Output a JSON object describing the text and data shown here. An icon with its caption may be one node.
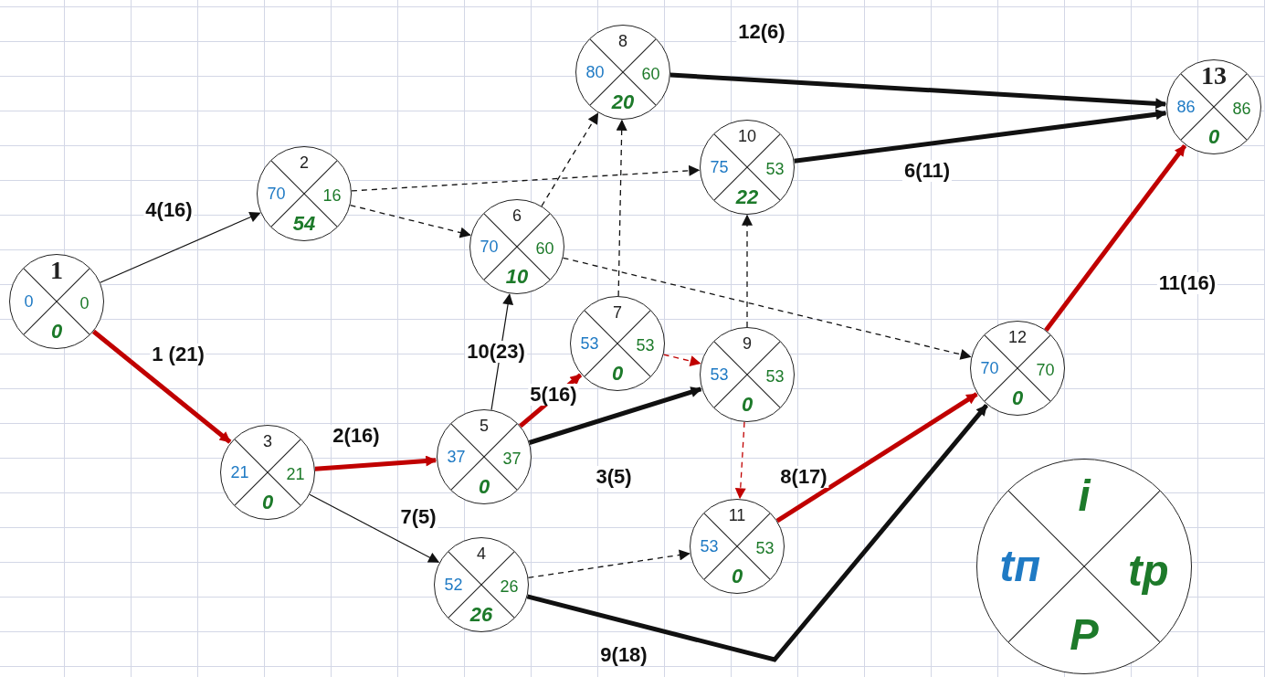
{
  "diagram": {
    "nodes": [
      {
        "text": [
          "1",
          "0",
          "0",
          "0"
        ]
      },
      {
        "text": [
          "2",
          "70",
          "16",
          "54"
        ]
      },
      {
        "text": [
          "3",
          "21",
          "21",
          "0"
        ]
      },
      {
        "text": [
          "4",
          "52",
          "26",
          "26"
        ]
      },
      {
        "text": [
          "5",
          "37",
          "37",
          "0"
        ]
      },
      {
        "text": [
          "6",
          "70",
          "60",
          "10"
        ]
      },
      {
        "text": [
          "7",
          "53",
          "53",
          "0"
        ]
      },
      {
        "text": [
          "8",
          "80",
          "60",
          "20"
        ]
      },
      {
        "text": [
          "9",
          "53",
          "53",
          "0"
        ]
      },
      {
        "text": [
          "10",
          "75",
          "53",
          "22"
        ]
      },
      {
        "text": [
          "11",
          "53",
          "53",
          "0"
        ]
      },
      {
        "text": [
          "12",
          "70",
          "70",
          "0"
        ]
      },
      {
        "text": [
          "13",
          "86",
          "86",
          "0"
        ]
      },
      {
        "text": [
          "i",
          "tп",
          "tр",
          "Р"
        ]
      }
    ],
    "edges": [
      {
        "from": 0,
        "to": 1,
        "arrow": "to",
        "label": "4(16)"
      },
      {
        "from": 0,
        "to": 2,
        "arrow": "to",
        "label": "1 (21)",
        "style": "thick",
        "color": "#c00000"
      },
      {
        "from": 1,
        "to": 9,
        "arrow": "to",
        "style": "dashed"
      },
      {
        "from": 1,
        "to": 5,
        "arrow": "to",
        "style": "dashed"
      },
      {
        "from": 2,
        "to": 4,
        "arrow": "to",
        "label": "2(16)",
        "style": "thick",
        "color": "#c00000"
      },
      {
        "from": 2,
        "to": 3,
        "arrow": "to",
        "label": "7(5)"
      },
      {
        "from": 4,
        "to": 5,
        "arrow": "to",
        "label": "10(23)"
      },
      {
        "from": 4,
        "to": 6,
        "arrow": "to",
        "label": "5(16)",
        "style": "thick",
        "color": "#c00000"
      },
      {
        "from": 4,
        "to": 8,
        "arrow": "to",
        "label": "3(5)",
        "style": "thick"
      },
      {
        "from": 5,
        "to": 7,
        "arrow": "to",
        "style": "dashed"
      },
      {
        "from": 5,
        "to": 11,
        "arrow": "to",
        "style": "dashed"
      },
      {
        "from": 6,
        "to": 7,
        "arrow": "to",
        "style": "dashed"
      },
      {
        "from": 6,
        "to": 8,
        "arrow": "to",
        "style": "dashed",
        "color": "#c00000"
      },
      {
        "from": 8,
        "to": 9,
        "arrow": "to",
        "style": "dashed"
      },
      {
        "from": 8,
        "to": 10,
        "arrow": "to",
        "style": "dashed",
        "color": "#c00000"
      },
      {
        "from": 3,
        "to": 10,
        "arrow": "to",
        "style": "dashed"
      },
      {
        "from": 3,
        "to": 11,
        "arrow": "to",
        "label": "9(18)",
        "style": "thick"
      },
      {
        "from": 10,
        "to": 11,
        "arrow": "to",
        "label": "8(17)",
        "style": "thick",
        "color": "#c00000"
      },
      {
        "from": 7,
        "to": 12,
        "arrow": "to",
        "label": "12(6)",
        "style": "thick"
      },
      {
        "from": 9,
        "to": 12,
        "arrow": "to",
        "label": "6(11)",
        "style": "thick"
      },
      {
        "from": 11,
        "to": 12,
        "arrow": "to",
        "label": "11(16)",
        "style": "thick",
        "color": "#c00000"
      }
    ]
  }
}
